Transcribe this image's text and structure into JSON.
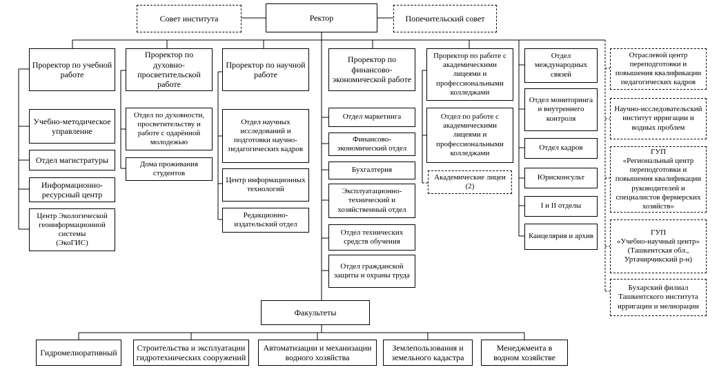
{
  "top": {
    "council": "Совет института",
    "rector": "Ректор",
    "trustees": "Попечительский совет"
  },
  "columns": {
    "study": {
      "head": "Проректор по учебной работе",
      "items": [
        "Учебно-методическое управление",
        "Отдел магистратуры",
        "Информационно-ресурсный центр",
        "Центр Экологической геоинформационной системы\n(ЭкоГИС)"
      ]
    },
    "spiritual": {
      "head": "Проректор по духовно-просветительской работе",
      "items": [
        "Отдел по духовности, просветительству и работе с одарённой молодежью",
        "Дома проживания студентов"
      ]
    },
    "science": {
      "head": "Проректор по научной работе",
      "items": [
        "Отдел научных исследований и подготовки научно-педагогических кадров",
        "Центр информационных технологий",
        "Редакционно-издательский отдел"
      ]
    },
    "finance": {
      "head": "Проректор по финансово-экономической работе",
      "items": [
        "Отдел маркетинга",
        "Финансово-экономический отдел",
        "Бухгалтерия",
        "Эксплуатационно-технический и хозяйственный отдел",
        "Отдел технических средств обучения",
        "Отдел гражданской защиты и охраны труда"
      ]
    },
    "lyceum": {
      "head": "Проректор по работе с академическими лицеями и профессиональными колледжами",
      "items": [
        "Отдел по работе с академическими лицеями и профессиональными колледжами"
      ],
      "dashed_item": "Академические лицеи (2)"
    },
    "direct": {
      "items": [
        "Отдел международных связей",
        "Отдел мониторинга и внутреннего контроля",
        "Отдел кадров",
        "Юрисконсульт",
        "I и II отделы",
        "Канцелярия и архив"
      ]
    },
    "external": {
      "items": [
        "Отраслевой центр переподготовки и повышения квалификации педагогических кадров",
        "Научно-исследовательский институт ирригации и водных проблем",
        "ГУП\n«Региональный центр переподготовки и повышения квалификации руководителей и специалистов фермерских хозяйств»",
        "ГУП\n«Учебно-научный центр»\n(Ташкентская обл., Уртачирчикский р-н)",
        "Бухарский филиал Ташкентского института ирригации и мелиорации"
      ]
    }
  },
  "faculties": {
    "title": "Факультеты",
    "items": [
      "Гидромелиоративный",
      "Строительства и эксплуатации гидротехнических сооружений",
      "Автоматизации и механизации водного хозяйства",
      "Землепользования и земельного кадастра",
      "Менеджмента в водном хозяйстве"
    ]
  }
}
